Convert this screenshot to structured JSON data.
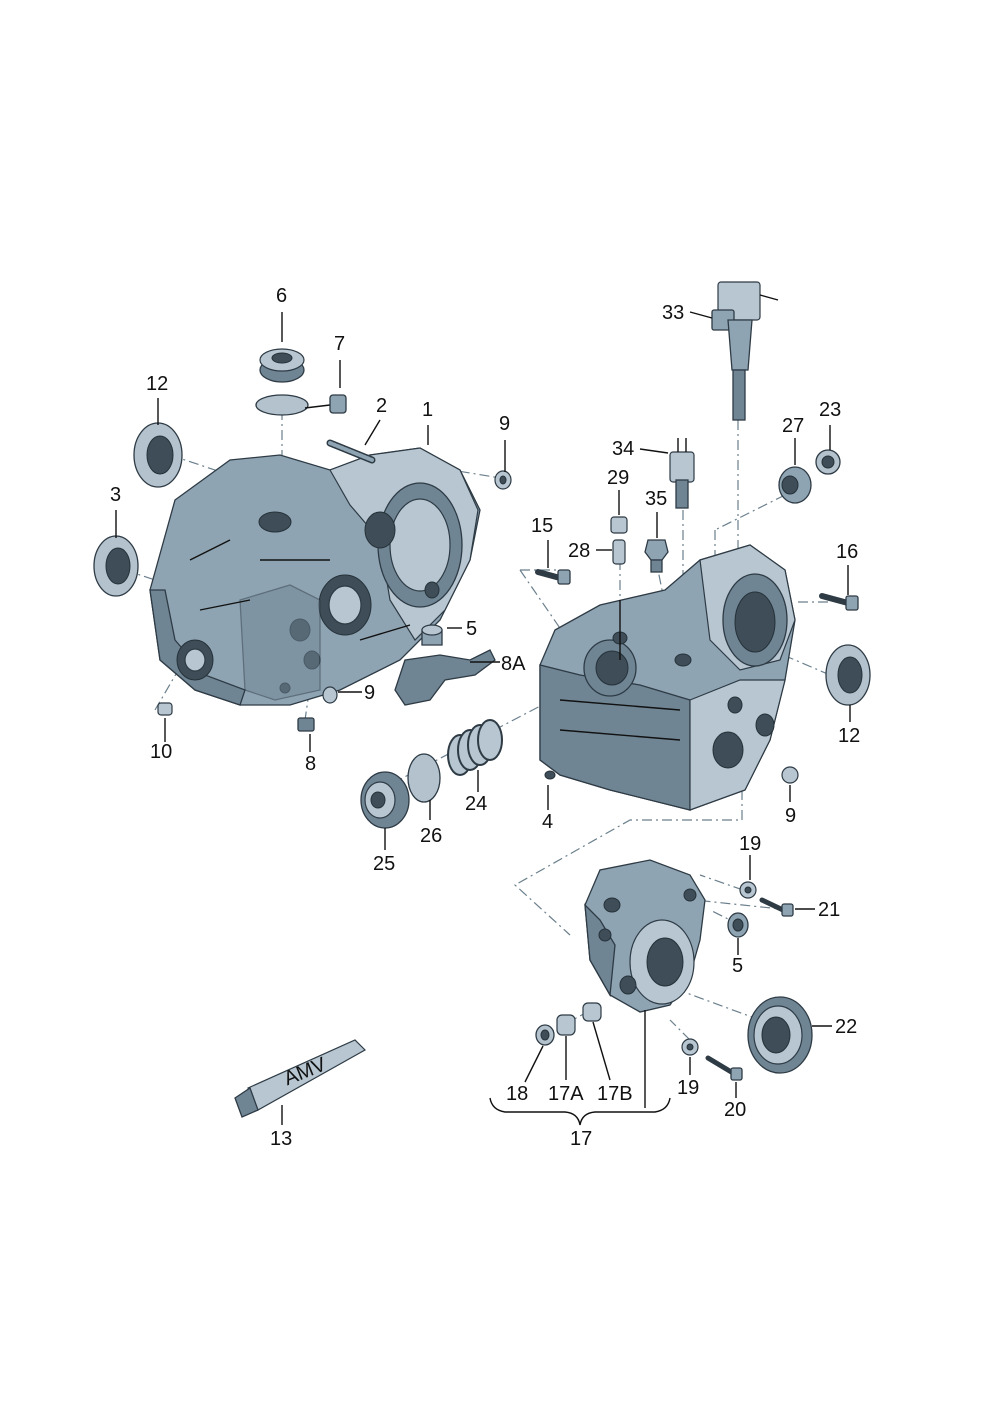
{
  "callouts": {
    "c1": "1",
    "c2": "2",
    "c3": "3",
    "c4": "4",
    "c5a": "5",
    "c5b": "5",
    "c6": "6",
    "c7": "7",
    "c8": "8",
    "c8a": "8A",
    "c9a": "9",
    "c9b": "9",
    "c9c": "9",
    "c10": "10",
    "c12a": "12",
    "c12b": "12",
    "c13": "13",
    "c15": "15",
    "c16": "16",
    "c17": "17",
    "c17a": "17A",
    "c17b": "17B",
    "c18": "18",
    "c19a": "19",
    "c19b": "19",
    "c20": "20",
    "c21": "21",
    "c22": "22",
    "c23": "23",
    "c24": "24",
    "c25": "25",
    "c26": "26",
    "c27": "27",
    "c28": "28",
    "c29": "29",
    "c33": "33",
    "c34": "34",
    "c35": "35"
  },
  "tube_label": "AMV",
  "colors": {
    "metal": "#8fa4b3",
    "outline": "#2e3b45",
    "leader": "#111111",
    "assembly_line": "#6a7f8c"
  }
}
